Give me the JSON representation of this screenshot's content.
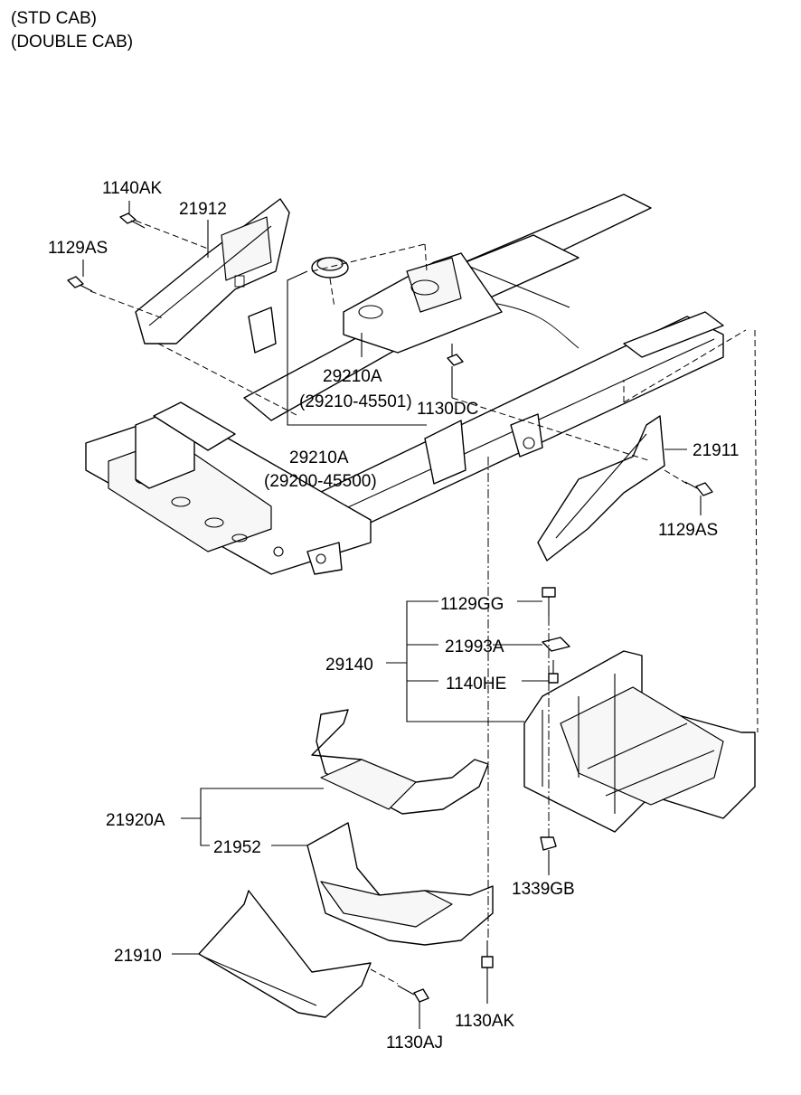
{
  "header": {
    "line1": "(STD CAB)",
    "line2": "(DOUBLE CAB)"
  },
  "callouts": {
    "c1140AK": "1140AK",
    "c21912": "21912",
    "c1129AS_top": "1129AS",
    "c29210A_a": "29210A",
    "c29210_45501": "(29210-45501)",
    "c1130DC": "1130DC",
    "c29210A_b": "29210A",
    "c29200_45500": "(29200-45500)",
    "c21911": "21911",
    "c1129AS_right": "1129AS",
    "c1129GG": "1129GG",
    "c21993A": "21993A",
    "c29140": "29140",
    "c1140HE": "1140HE",
    "c21920A": "21920A",
    "c21952": "21952",
    "c1339GB": "1339GB",
    "c21910": "21910",
    "c1130AK": "1130AK",
    "c1130AJ": "1130AJ"
  }
}
